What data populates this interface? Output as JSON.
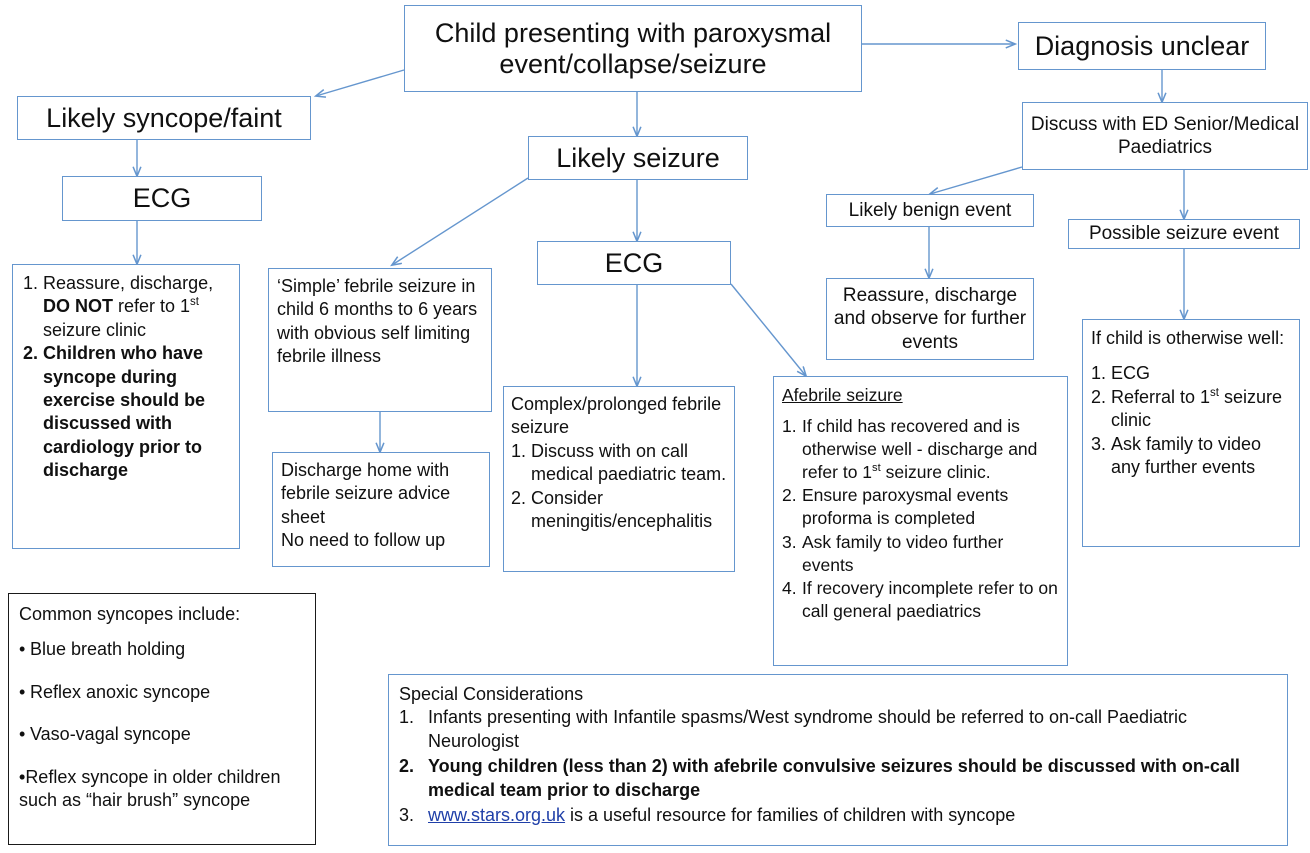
{
  "diagram": {
    "title": "Paediatric paroxysmal event / collapse / seizure pathway",
    "border_color": "#6596ce",
    "note_border_color": "#1a1a1a",
    "link_color": "#1f3fa8"
  },
  "nodes": {
    "root": {
      "text": "Child presenting with paroxysmal event/collapse/seizure"
    },
    "likely_syncope": {
      "text": "Likely syncope/faint"
    },
    "ecg_left": {
      "text": "ECG"
    },
    "syncope_actions": {
      "items": [
        {
          "n": "1.",
          "parts": [
            {
              "t": "Reassure, discharge, ",
              "bold": false
            },
            {
              "t": "DO NOT",
              "bold": true
            },
            {
              "t": " refer to 1",
              "bold": false
            },
            {
              "t": "st",
              "bold": false,
              "sup": true
            },
            {
              "t": " seizure clinic",
              "bold": false
            }
          ]
        },
        {
          "n": "2.",
          "parts": [
            {
              "t": "Children who have syncope during exercise should be discussed with cardiology prior to discharge",
              "bold": true
            }
          ]
        }
      ]
    },
    "simple_febrile": {
      "text": "‘Simple’ febrile seizure in child 6 months to 6 years with obvious self limiting febrile illness"
    },
    "discharge_home": {
      "line1": "Discharge home with febrile seizure advice sheet",
      "line2": "No need to follow up"
    },
    "likely_seizure": {
      "text": "Likely seizure"
    },
    "ecg_mid": {
      "text": "ECG"
    },
    "complex_febrile": {
      "heading": "Complex/prolonged febrile seizure",
      "items": [
        {
          "n": "1.",
          "t": "Discuss with on call medical paediatric team."
        },
        {
          "n": "2.",
          "t": "Consider meningitis/encephalitis"
        }
      ]
    },
    "afebrile": {
      "heading": "Afebrile seizure",
      "items": [
        {
          "n": "1.",
          "t": "If child has recovered and is otherwise well - discharge and refer to 1st seizure clinic."
        },
        {
          "n": "2.",
          "t": "Ensure paroxysmal events proforma is completed"
        },
        {
          "n": "3.",
          "t": "Ask family to video further events"
        },
        {
          "n": "4.",
          "t": "If recovery incomplete refer to on call general paediatrics"
        }
      ]
    },
    "diagnosis_unclear": {
      "text": "Diagnosis unclear"
    },
    "discuss_ed": {
      "text": "Discuss with ED Senior/Medical Paediatrics"
    },
    "likely_benign": {
      "text": "Likely benign event"
    },
    "reassure_observe": {
      "text": "Reassure, discharge and observe for further events"
    },
    "possible_seizure": {
      "text": "Possible seizure event"
    },
    "if_well": {
      "heading": "If child is otherwise well:",
      "items": [
        {
          "n": "1.",
          "t": "ECG"
        },
        {
          "n": "2.",
          "t": "Referral to 1st seizure clinic"
        },
        {
          "n": "3.",
          "t": "Ask family to video any further events"
        }
      ]
    }
  },
  "notes": {
    "common_syncopes": {
      "heading": "Common syncopes include:",
      "items": [
        "Blue breath holding",
        "Reflex anoxic syncope",
        "Vaso-vagal syncope",
        "Reflex syncope in older children such as “hair brush” syncope"
      ]
    },
    "special_considerations": {
      "heading": "Special Considerations",
      "items": [
        {
          "n": "1.",
          "t": "Infants presenting with Infantile spasms/West syndrome should be referred to on-call Paediatric Neurologist",
          "bold": false
        },
        {
          "n": "2.",
          "t": "Young children (less than 2) with afebrile convulsive seizures should be discussed with on-call medical team prior to discharge",
          "bold": true
        },
        {
          "n": "3.",
          "link": "www.stars.org.uk",
          "t": " is a useful resource for families of children with syncope",
          "bold": false
        }
      ]
    }
  }
}
